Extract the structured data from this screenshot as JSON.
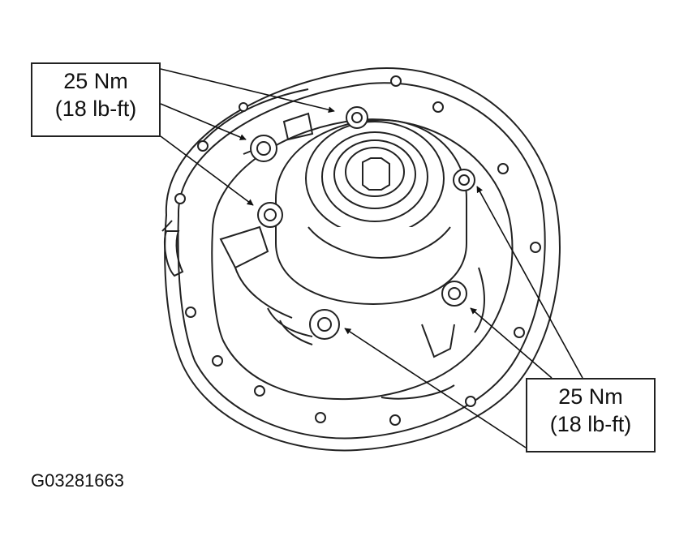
{
  "callouts": {
    "top_left": {
      "line1": "25 Nm",
      "line2": "(18 lb-ft)"
    },
    "bottom_right": {
      "line1": "25 Nm",
      "line2": "(18 lb-ft)"
    }
  },
  "figure_id": "G03281663",
  "colors": {
    "line": "#222222",
    "background": "#ffffff"
  }
}
